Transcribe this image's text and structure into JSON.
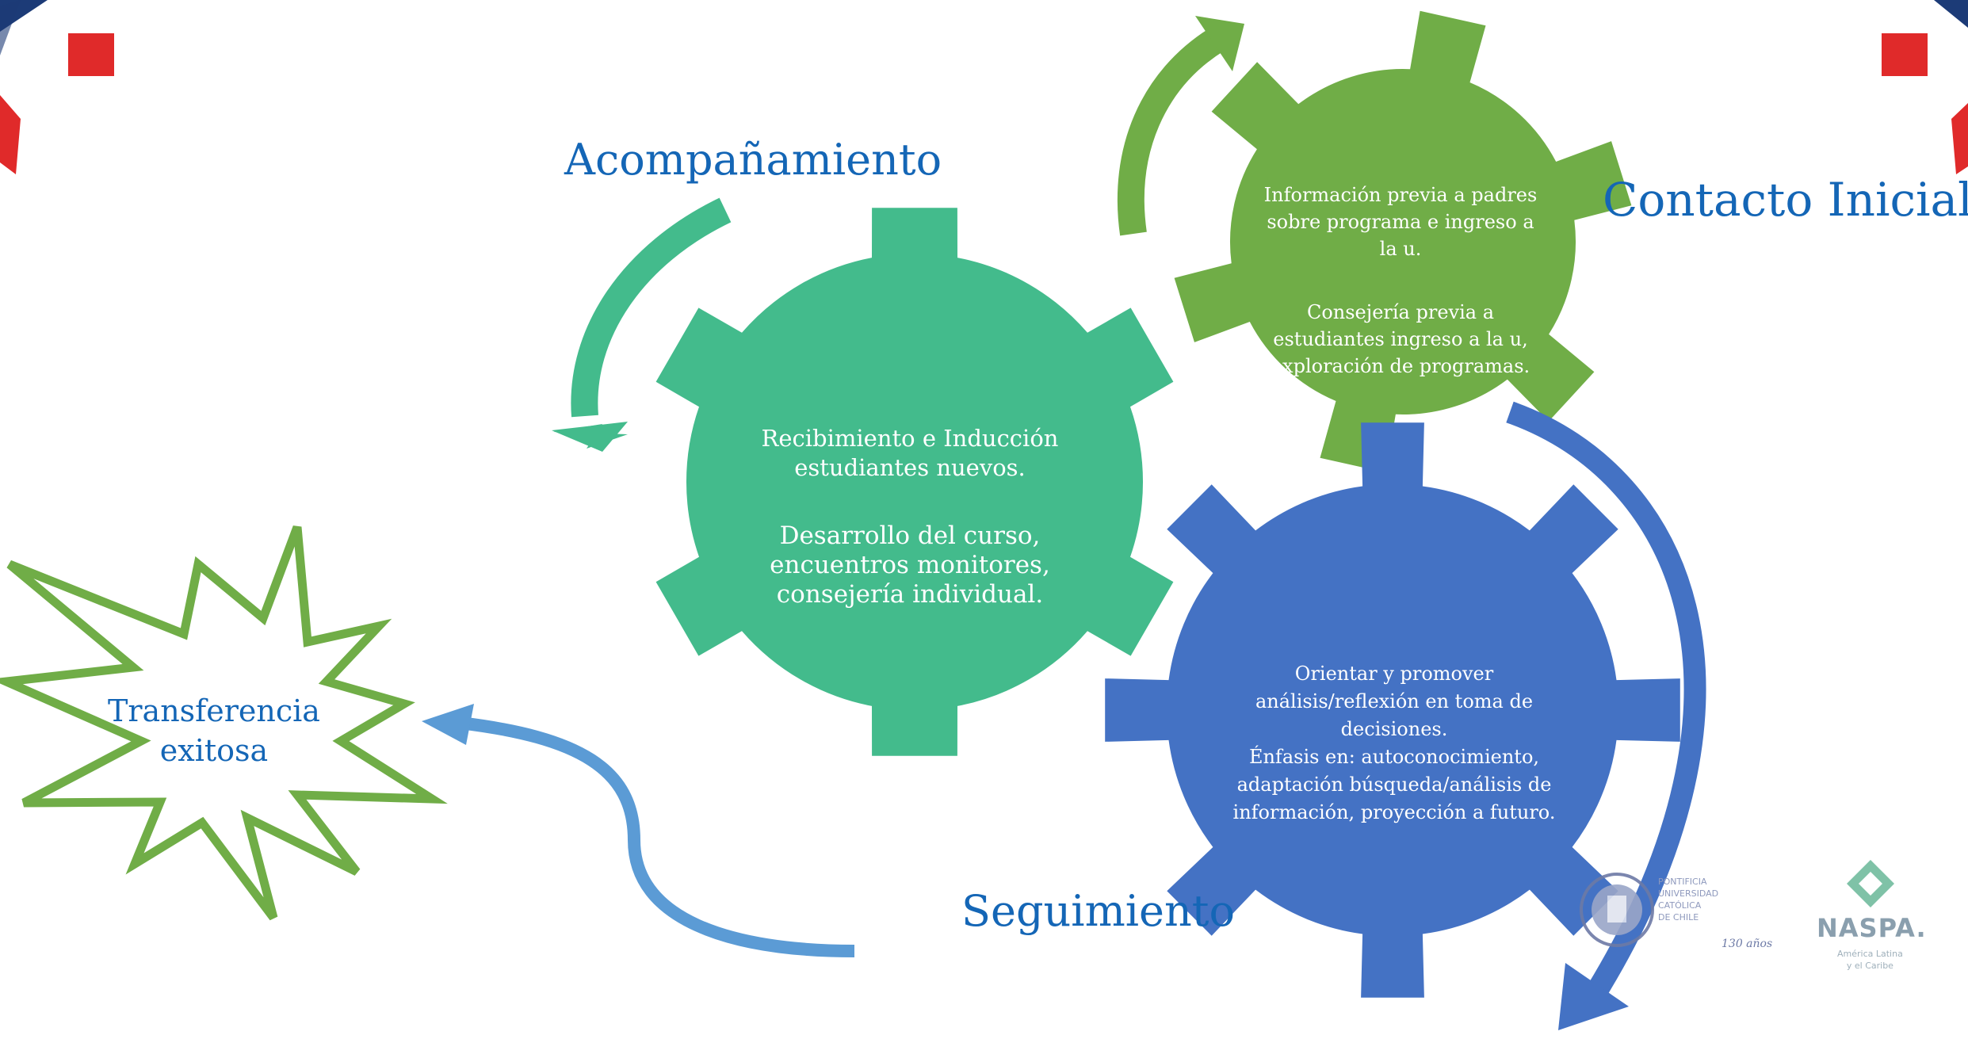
{
  "colors": {
    "teal_gear": "#43bb8c",
    "green_gear": "#70ad47",
    "blue_gear": "#4472c4",
    "light_blue_arrow": "#5b9bd5",
    "label_blue": "#1466b6",
    "corner_red": "#e02a2a",
    "corner_navy": "#1c3b77"
  },
  "labels": {
    "acompanamiento": "Acompañamiento",
    "contacto_inicial": "Contacto Inicial",
    "seguimiento": "Seguimiento"
  },
  "gears": {
    "teal": {
      "line1": "Recibimiento e Inducción estudiantes nuevos.",
      "line2": "Desarrollo del curso, encuentros monitores, consejería individual."
    },
    "green": {
      "line1": "Información previa a padres sobre programa e ingreso a la u.",
      "line2": "Consejería previa a estudiantes ingreso a la u, exploración de programas."
    },
    "blue": {
      "line1": "Orientar y promover análisis/reflexión en toma de decisiones.\nÉnfasis en: autoconocimiento, adaptación búsqueda/análisis de información, proyección a futuro."
    }
  },
  "star": {
    "label": "Transferencia\nexitosa"
  },
  "logos": {
    "puc": {
      "name_lines": [
        "PONTIFICIA",
        "UNIVERSIDAD",
        "CATÓLICA",
        "DE CHILE"
      ],
      "anniversary": "130 años"
    },
    "naspa": {
      "name": "NASPA.",
      "subtitle_lines": [
        "América Latina",
        "y el Caribe"
      ]
    }
  }
}
